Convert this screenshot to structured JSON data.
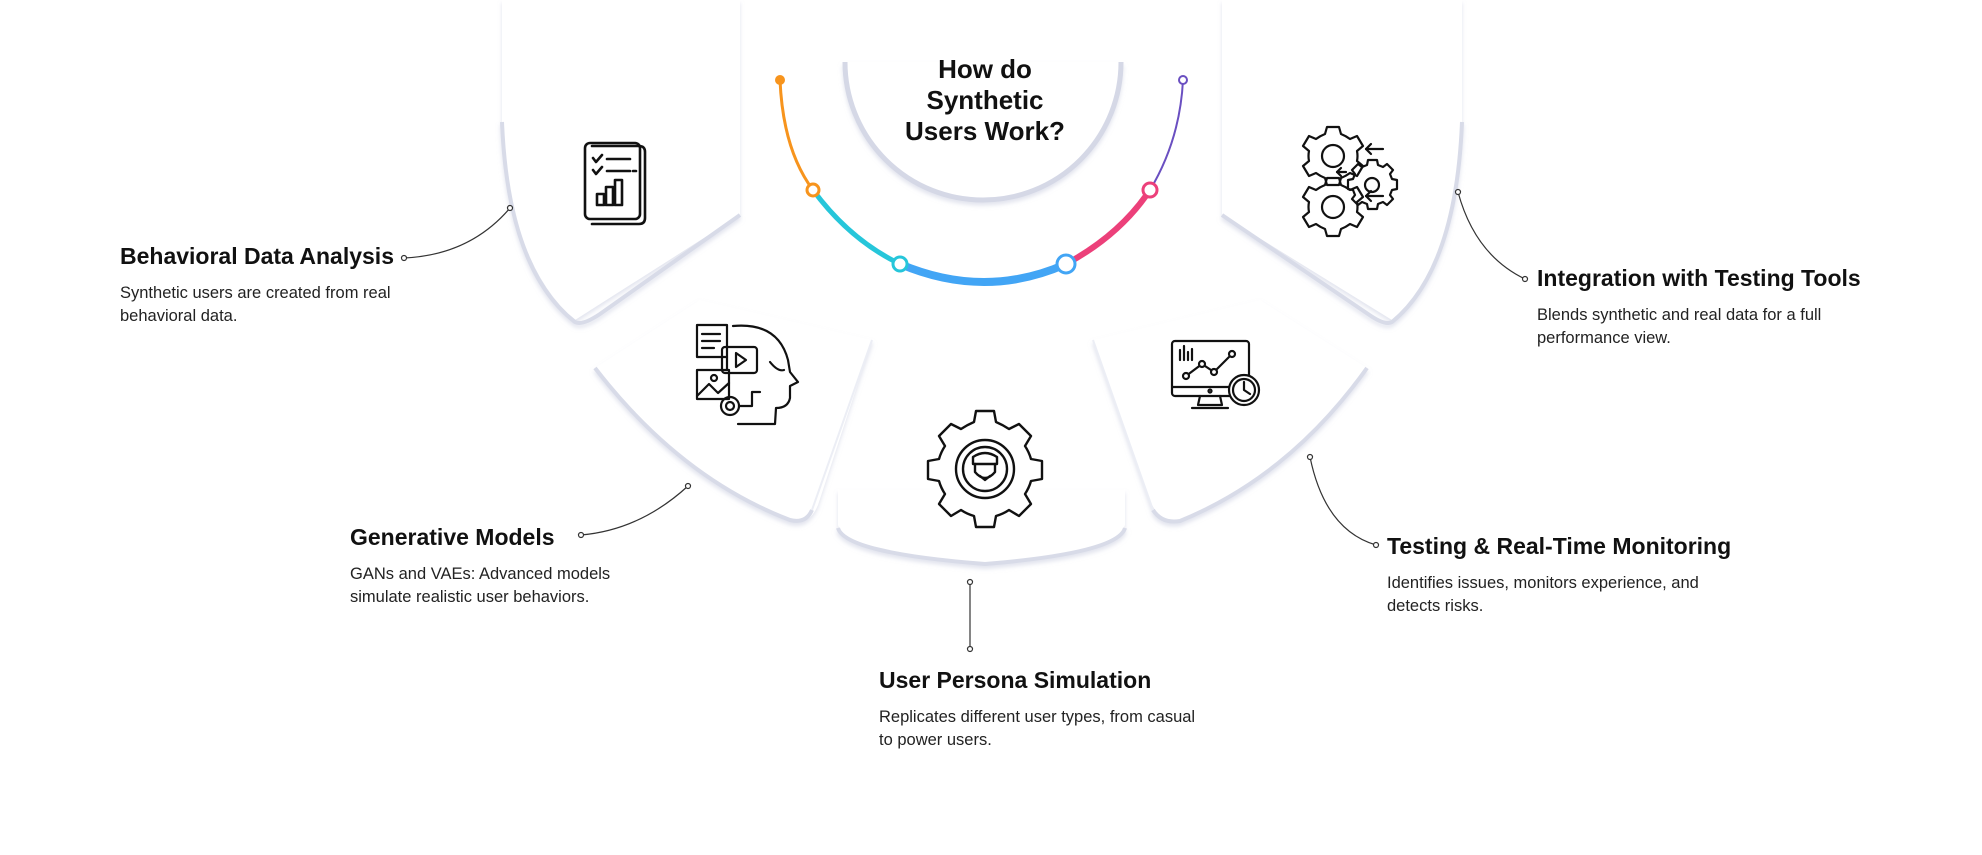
{
  "title": "How do\nSynthetic\nUsers Work?",
  "steps": [
    {
      "title": "Behavioral Data Analysis",
      "description": "Synthetic users are created from real behavioral data.",
      "icon": "report-chart-icon",
      "color": "#f7941d"
    },
    {
      "title": "Generative Models",
      "description": "GANs and VAEs: Advanced models simulate realistic user behaviors.",
      "icon": "ai-head-media-icon",
      "color": "#26c6da"
    },
    {
      "title": "User Persona Simulation",
      "description": "Replicates different user types, from casual to power users.",
      "icon": "user-gear-icon",
      "color": "#42a5f5"
    },
    {
      "title": "Testing & Real-Time Monitoring",
      "description": "Identifies issues, monitors experience, and detects risks.",
      "icon": "monitor-analytics-clock-icon",
      "color": "#ec407a"
    },
    {
      "title": "Integration with Testing Tools",
      "description": "Blends synthetic and real data for a full performance view.",
      "icon": "gears-arrows-icon",
      "color": "#6a4fc1"
    }
  ]
}
